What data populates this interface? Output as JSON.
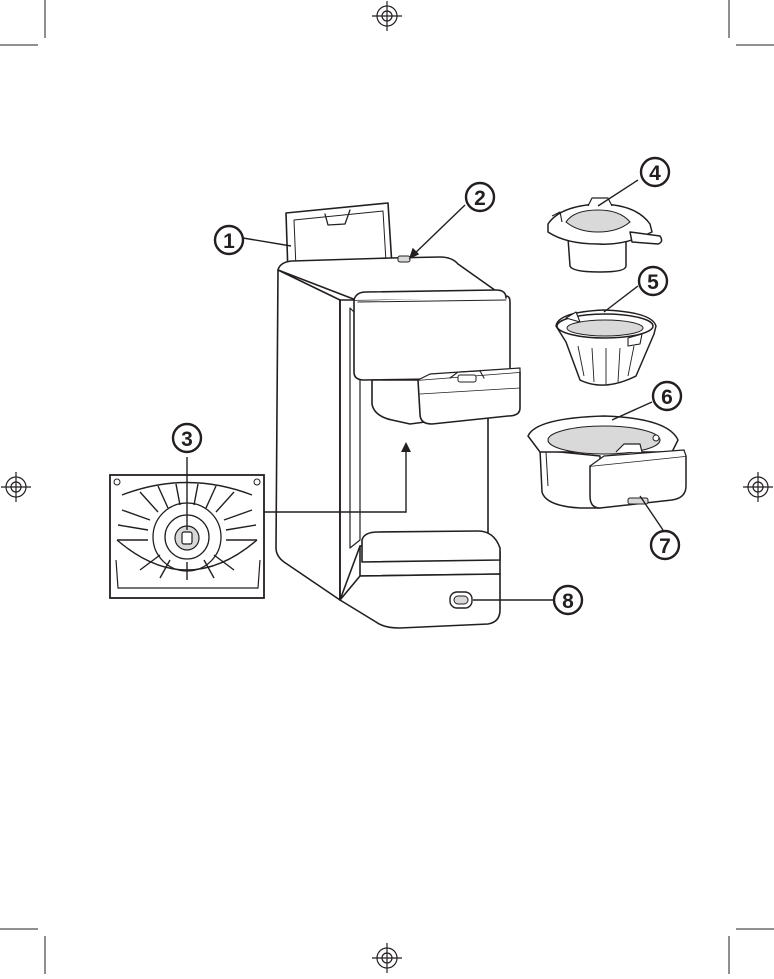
{
  "colors": {
    "line": "#231f20",
    "fill": "#ffffff",
    "shade": "#d9d9d9",
    "dark": "#4a4a4a"
  },
  "callouts": [
    {
      "number": "1"
    },
    {
      "number": "2"
    },
    {
      "number": "3"
    },
    {
      "number": "4"
    },
    {
      "number": "5"
    },
    {
      "number": "6"
    },
    {
      "number": "7"
    },
    {
      "number": "8"
    }
  ],
  "icons": {
    "registration_mark": "crosshair-circle-icon"
  }
}
